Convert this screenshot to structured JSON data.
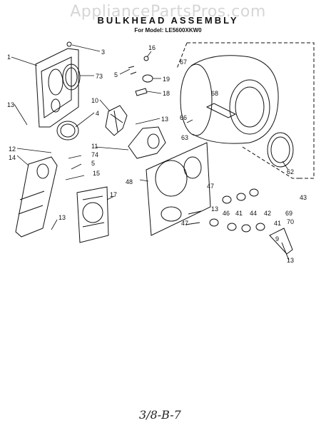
{
  "watermark": "AppliancePartsPros.com",
  "title": "BULKHEAD ASSEMBLY",
  "subtitle": "For Model: LE5600XKW0",
  "callouts": [
    "1",
    "3",
    "73",
    "13",
    "4",
    "16",
    "5",
    "67",
    "19",
    "18",
    "10",
    "13",
    "68",
    "66",
    "63",
    "12",
    "14",
    "11",
    "74",
    "5",
    "15",
    "13",
    "48",
    "17",
    "62",
    "47",
    "43",
    "13",
    "46",
    "41",
    "44",
    "42",
    "69",
    "41",
    "70",
    "47",
    "9",
    "13"
  ],
  "footnote": "3/8-B-7"
}
